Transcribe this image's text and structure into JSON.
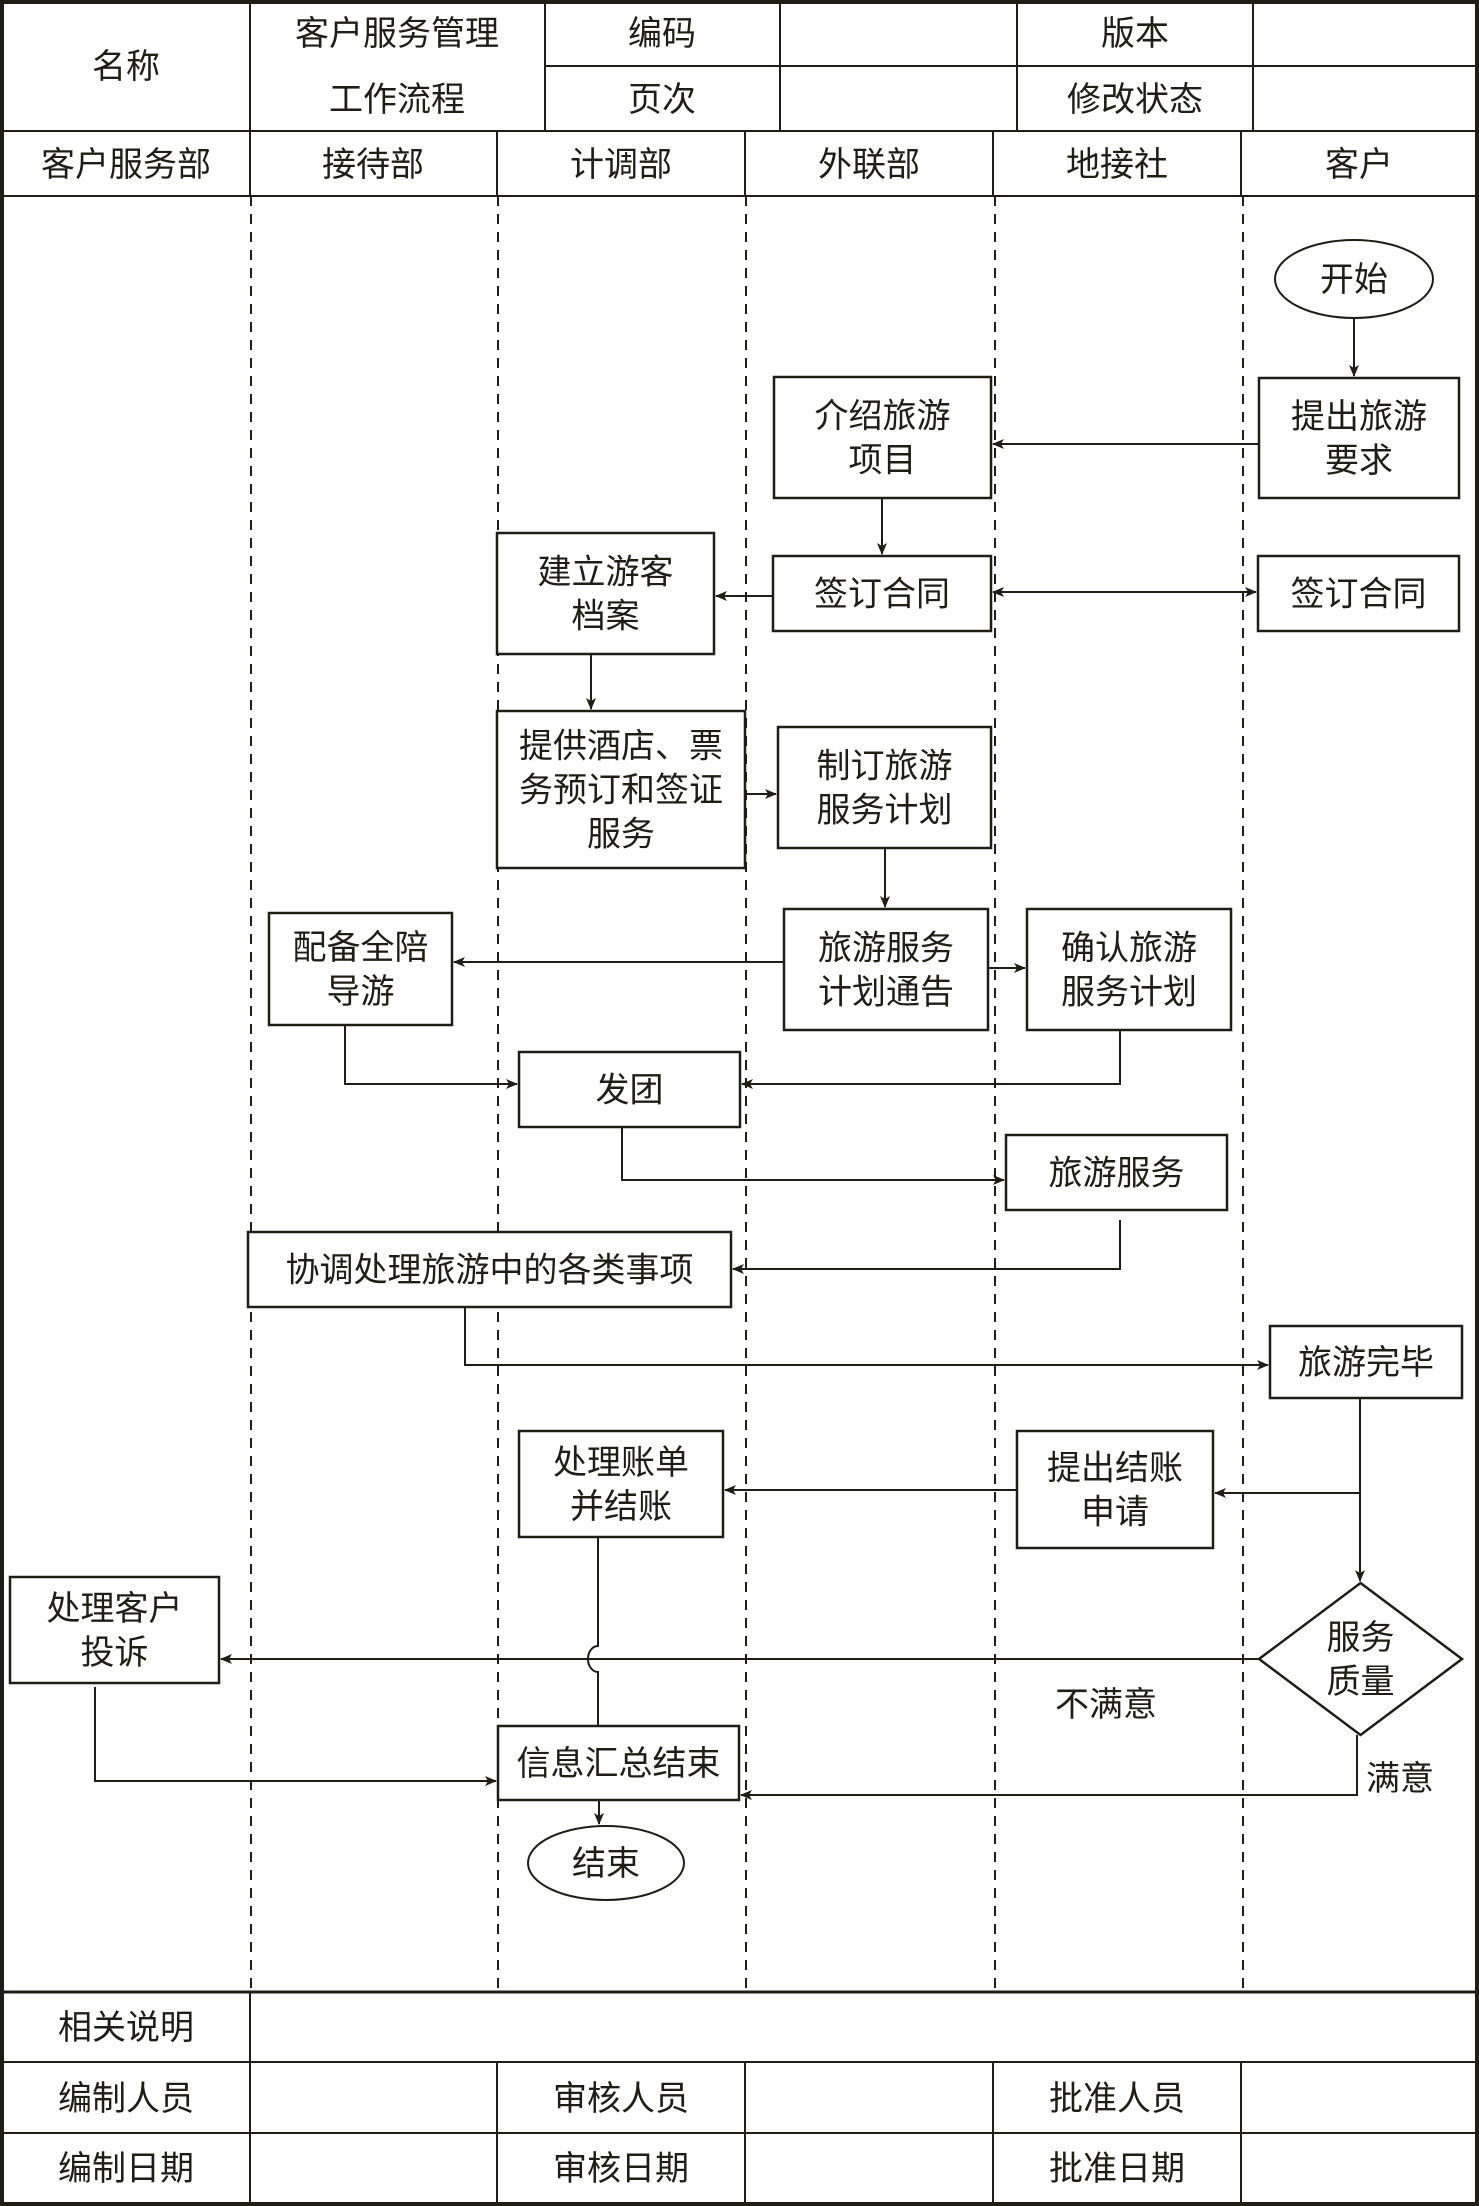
{
  "header": {
    "name_label": "名称",
    "title_line1": "客户服务管理",
    "title_line2": "工作流程",
    "code_label": "编码",
    "code_value": "",
    "version_label": "版本",
    "version_value": "",
    "page_label": "页次",
    "page_value": "",
    "revision_label": "修改状态",
    "revision_value": ""
  },
  "lanes": [
    {
      "id": "lane-customer-service",
      "label": "客户服务部"
    },
    {
      "id": "lane-reception",
      "label": "接待部"
    },
    {
      "id": "lane-planning",
      "label": "计调部"
    },
    {
      "id": "lane-external",
      "label": "外联部"
    },
    {
      "id": "lane-local-agency",
      "label": "地接社"
    },
    {
      "id": "lane-customer",
      "label": "客户"
    }
  ],
  "nodes": [
    {
      "id": "start",
      "type": "terminator",
      "lines": [
        "开始"
      ]
    },
    {
      "id": "propose-request",
      "type": "process",
      "lines": [
        "提出旅游",
        "要求"
      ]
    },
    {
      "id": "introduce-project",
      "type": "process",
      "lines": [
        "介绍旅游",
        "项目"
      ]
    },
    {
      "id": "sign-contract-ext",
      "type": "process",
      "lines": [
        "签订合同"
      ]
    },
    {
      "id": "sign-contract-cust",
      "type": "process",
      "lines": [
        "签订合同"
      ]
    },
    {
      "id": "create-archive",
      "type": "process",
      "lines": [
        "建立游客",
        "档案"
      ]
    },
    {
      "id": "provide-booking",
      "type": "process",
      "lines": [
        "提供酒店、票",
        "务预订和签证",
        "服务"
      ]
    },
    {
      "id": "make-plan",
      "type": "process",
      "lines": [
        "制订旅游",
        "服务计划"
      ]
    },
    {
      "id": "plan-notice",
      "type": "process",
      "lines": [
        "旅游服务",
        "计划通告"
      ]
    },
    {
      "id": "confirm-plan",
      "type": "process",
      "lines": [
        "确认旅游",
        "服务计划"
      ]
    },
    {
      "id": "assign-guide",
      "type": "process",
      "lines": [
        "配备全陪",
        "导游"
      ]
    },
    {
      "id": "depart",
      "type": "process",
      "lines": [
        "发团"
      ]
    },
    {
      "id": "tour-service",
      "type": "process",
      "lines": [
        "旅游服务"
      ]
    },
    {
      "id": "coordinate-issues",
      "type": "process",
      "lines": [
        "协调处理旅游中的各类事项"
      ]
    },
    {
      "id": "tour-complete",
      "type": "process",
      "lines": [
        "旅游完毕"
      ]
    },
    {
      "id": "settle-request",
      "type": "process",
      "lines": [
        "提出结账",
        "申请"
      ]
    },
    {
      "id": "process-bill",
      "type": "process",
      "lines": [
        "处理账单",
        "并结账"
      ]
    },
    {
      "id": "service-quality",
      "type": "decision",
      "lines": [
        "服务",
        "质量"
      ]
    },
    {
      "id": "handle-complaint",
      "type": "process",
      "lines": [
        "处理客户",
        "投诉"
      ]
    },
    {
      "id": "info-summary",
      "type": "process",
      "lines": [
        "信息汇总结束"
      ]
    },
    {
      "id": "end",
      "type": "terminator",
      "lines": [
        "结束"
      ]
    }
  ],
  "edges": [
    {
      "from": "start",
      "to": "propose-request"
    },
    {
      "from": "propose-request",
      "to": "introduce-project"
    },
    {
      "from": "introduce-project",
      "to": "sign-contract-ext"
    },
    {
      "from": "sign-contract-ext",
      "to": "sign-contract-cust",
      "bidirectional": true
    },
    {
      "from": "sign-contract-ext",
      "to": "create-archive"
    },
    {
      "from": "create-archive",
      "to": "provide-booking"
    },
    {
      "from": "provide-booking",
      "to": "make-plan"
    },
    {
      "from": "make-plan",
      "to": "plan-notice"
    },
    {
      "from": "plan-notice",
      "to": "assign-guide"
    },
    {
      "from": "plan-notice",
      "to": "confirm-plan"
    },
    {
      "from": "assign-guide",
      "to": "depart"
    },
    {
      "from": "confirm-plan",
      "to": "depart"
    },
    {
      "from": "depart",
      "to": "tour-service"
    },
    {
      "from": "tour-service",
      "to": "coordinate-issues"
    },
    {
      "from": "coordinate-issues",
      "to": "tour-complete"
    },
    {
      "from": "tour-complete",
      "to": "settle-request"
    },
    {
      "from": "tour-complete",
      "to": "service-quality"
    },
    {
      "from": "settle-request",
      "to": "process-bill"
    },
    {
      "from": "process-bill",
      "to": "info-summary"
    },
    {
      "from": "service-quality",
      "to": "handle-complaint",
      "label": "不满意"
    },
    {
      "from": "service-quality",
      "to": "info-summary",
      "label": "满意"
    },
    {
      "from": "handle-complaint",
      "to": "info-summary"
    },
    {
      "from": "info-summary",
      "to": "end"
    }
  ],
  "footer": {
    "notes_label": "相关说明",
    "notes_value": "",
    "prepared_by_label": "编制人员",
    "prepared_by_value": "",
    "reviewed_by_label": "审核人员",
    "reviewed_by_value": "",
    "approved_by_label": "批准人员",
    "approved_by_value": "",
    "prepared_date_label": "编制日期",
    "prepared_date_value": "",
    "reviewed_date_label": "审核日期",
    "reviewed_date_value": "",
    "approved_date_label": "批准日期",
    "approved_date_value": ""
  },
  "colors": {
    "ink": "#1e1e14",
    "background": "#ffffff"
  }
}
